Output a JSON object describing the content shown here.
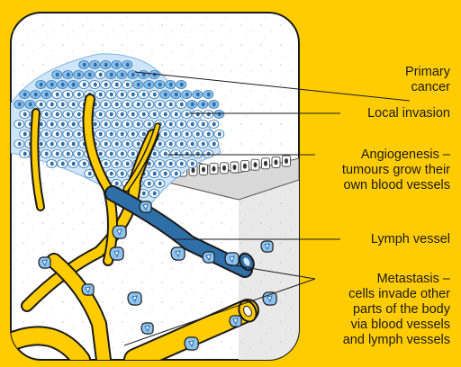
{
  "labels": {
    "primary_cancer": [
      "Primary",
      "cancer"
    ],
    "local_invasion": [
      "Local invasion"
    ],
    "angiogenesis": [
      "Angiogenesis –",
      "tumours grow their",
      "own blood vessels"
    ],
    "lymph_vessel": [
      "Lymph vessel"
    ],
    "metastasis": [
      "Metastasis –",
      "cells invade other",
      "parts of the body",
      "via blood vessels",
      "and lymph vessels"
    ]
  },
  "colors": {
    "background": "#FFCC00",
    "tissue": "#FFFFFF",
    "tissue_side": "#E9E9E9",
    "blood_vessel": "#FFCC00",
    "lymph_vessel": "#2F6FA8",
    "cancer_cell": "#8EC3F0",
    "outline": "#1A1A1A"
  }
}
